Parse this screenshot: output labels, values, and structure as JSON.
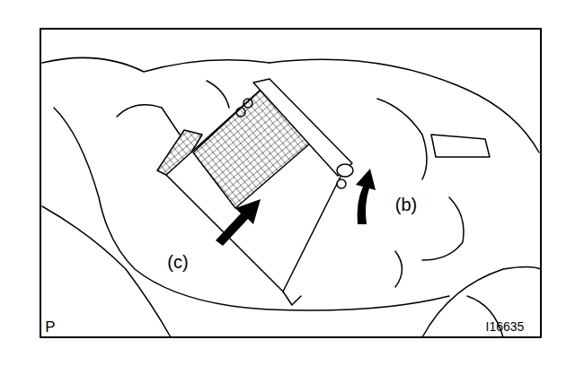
{
  "diagram": {
    "labels": [
      "(b)",
      "(c)",
      "P",
      "I16635"
    ]
  }
}
